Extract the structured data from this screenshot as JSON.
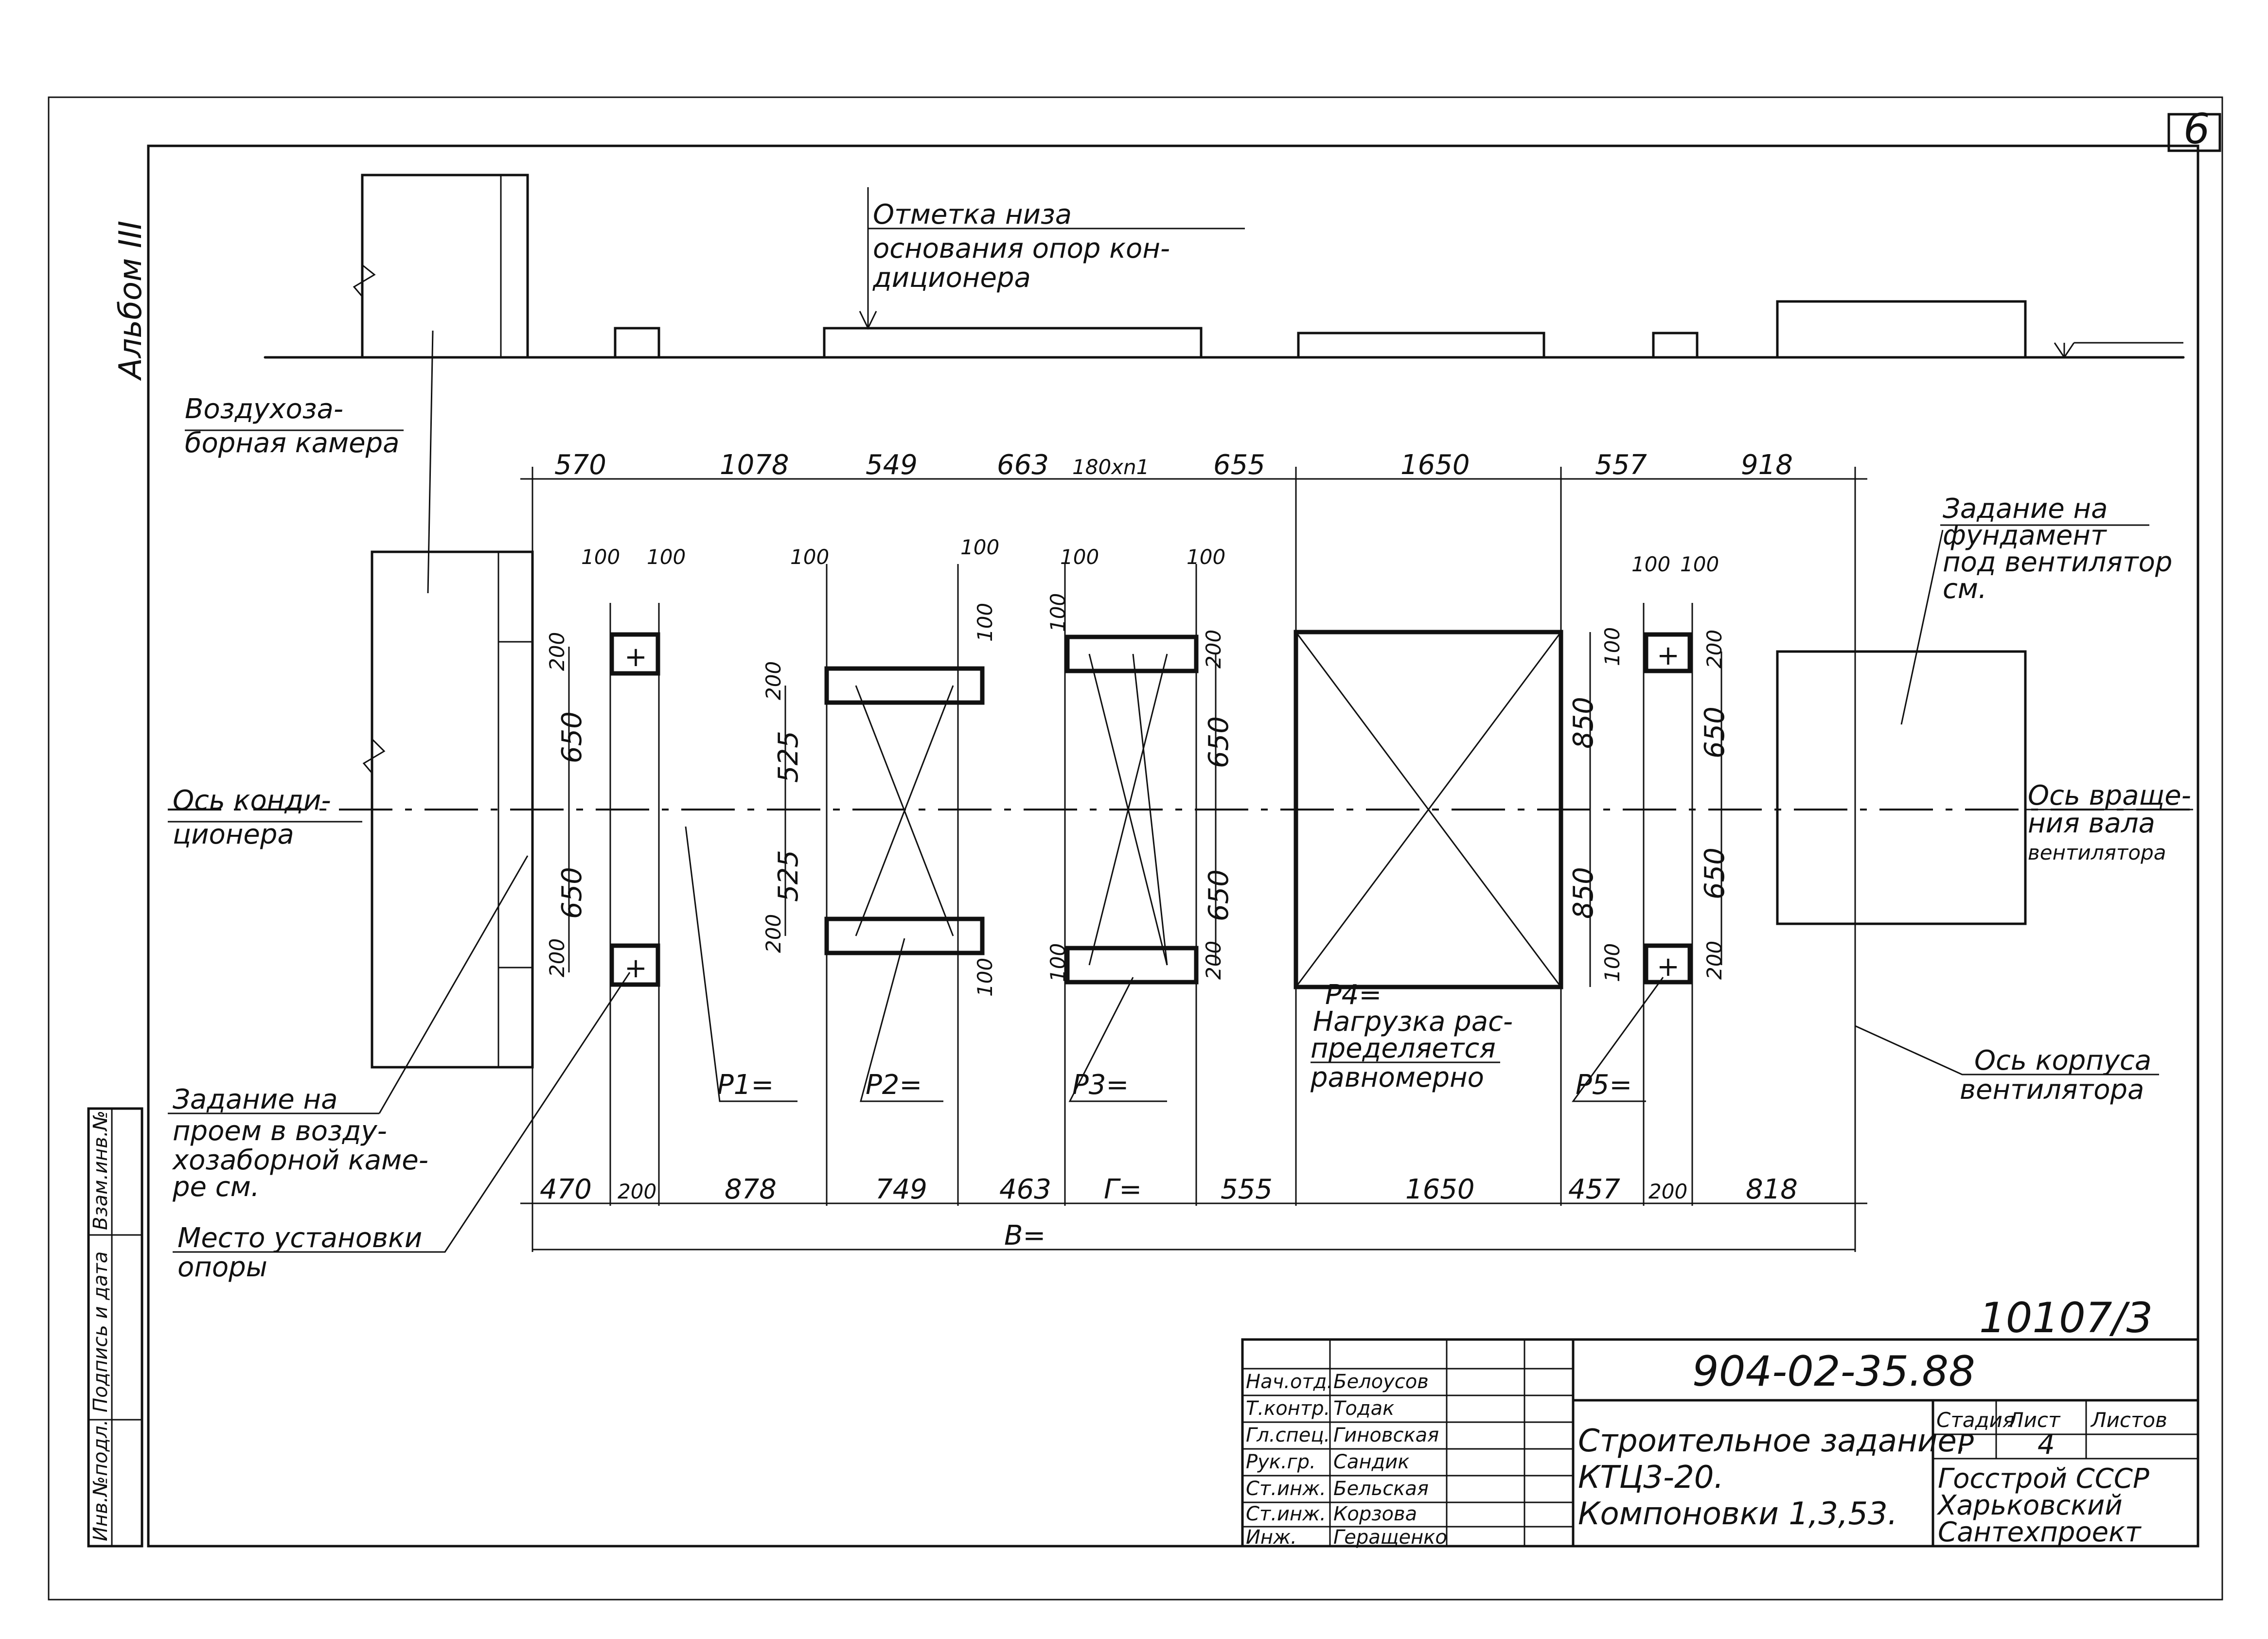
{
  "sheet_number": "6",
  "album": "Альбом III",
  "labels": {
    "bottom_of_supports": [
      "Отметка низа",
      "основания опор кон-",
      "диционера"
    ],
    "air_intake_chamber": [
      "Воздухоза-",
      "борная камера"
    ],
    "conditioner_axis": [
      "Ось конди-",
      "ционера"
    ],
    "fan_foundation_task": [
      "Задание на",
      "фундамент",
      "под вентилятор",
      "см."
    ],
    "fan_shaft_axis": [
      "Ось враще-",
      "ния вала",
      "вентилятора"
    ],
    "fan_housing_axis": [
      "Ось корпуса",
      "вентилятора"
    ],
    "opening_task": [
      "Задание на",
      "проем в возду-",
      "хозаборной каме-",
      "ре см."
    ],
    "support_place": [
      "Место установки",
      "опоры"
    ],
    "p4_note": [
      "P4=",
      "Нагрузка рас-",
      "пределяется",
      "равномерно"
    ]
  },
  "loads": {
    "p1": "P1=",
    "p2": "P2=",
    "p3": "P3=",
    "p5": "P5="
  },
  "top_dims": [
    "570",
    "1078",
    "549",
    "663",
    "180xn1",
    "655",
    "1650",
    "557",
    "918"
  ],
  "bottom_dims": [
    "470",
    "200",
    "878",
    "749",
    "463",
    "Г=",
    "555",
    "1650",
    "457",
    "200",
    "818"
  ],
  "total_dim": "B=",
  "vertical_dims": {
    "col1": [
      "650",
      "650"
    ],
    "col2": [
      "525",
      "525"
    ],
    "col3": [
      "650",
      "650"
    ],
    "col4": [
      "850",
      "850"
    ],
    "col5": [
      "650",
      "650"
    ]
  },
  "small_dims": {
    "d100": "100",
    "d200": "200"
  },
  "stamp_number": "10107/3",
  "title_block": {
    "doc_code": "904-02-35.88",
    "people": [
      {
        "role": "Нач.отд.",
        "name": "Белоусов"
      },
      {
        "role": "Т.контр.",
        "name": "Тодак"
      },
      {
        "role": "Гл.спец.",
        "name": "Гиновская"
      },
      {
        "role": "Рук.гр.",
        "name": "Сандик"
      },
      {
        "role": "Ст.инж.",
        "name": "Бельская"
      },
      {
        "role": "Ст.инж.",
        "name": "Корзова"
      },
      {
        "role": "Инж.",
        "name": "Геращенко"
      }
    ],
    "description": [
      "Строительное задание.",
      "КТЦ3-20.",
      "Компоновки 1,3,53."
    ],
    "stage_header": "Стадия",
    "sheet_header": "Лист",
    "sheets_header": "Листов",
    "stage": "Р",
    "sheet": "4",
    "org": [
      "Госстрой СССР",
      "Харьковский",
      "Сантехпроект"
    ]
  },
  "side_stamp": [
    "Инв.№подл.",
    "Подпись и дата",
    "Взам.инв.№"
  ]
}
